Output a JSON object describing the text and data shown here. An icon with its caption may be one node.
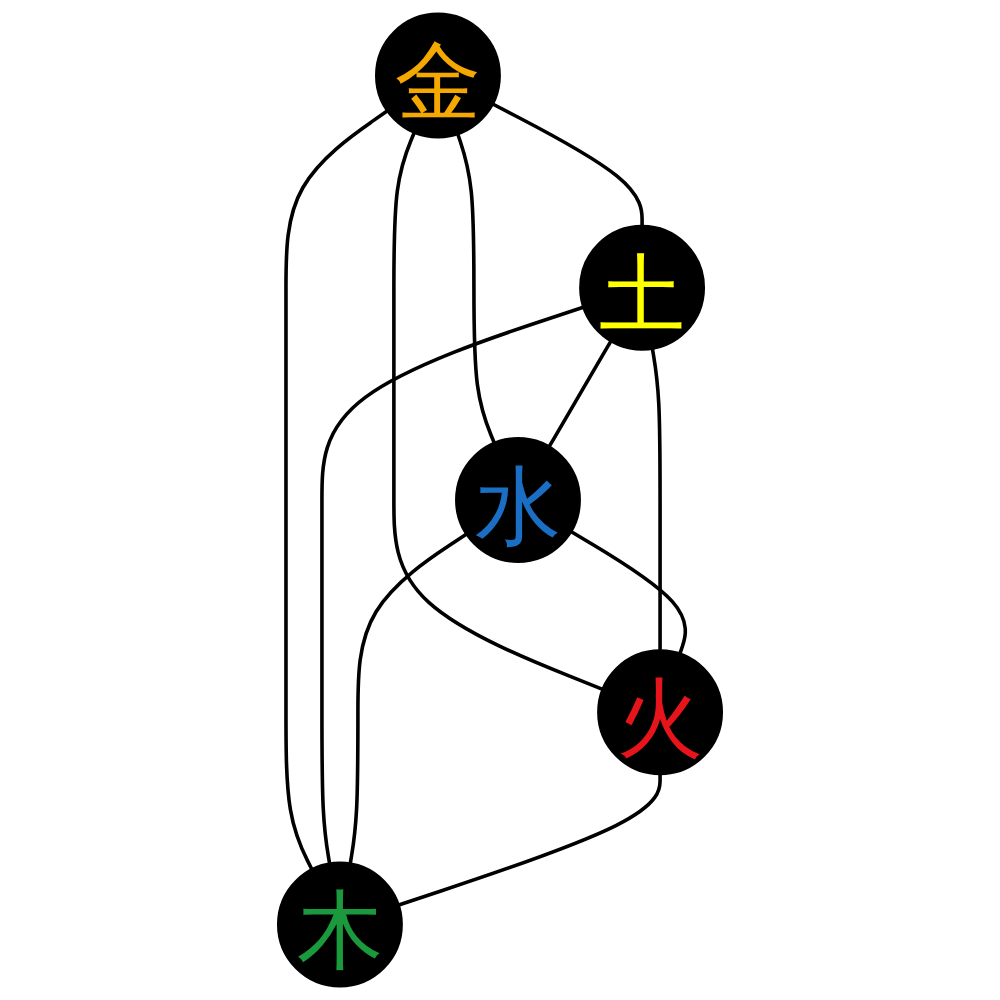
{
  "diagram": {
    "nodes": [
      {
        "text": [
          "金"
        ]
      },
      {
        "text": [
          "土"
        ]
      },
      {
        "text": [
          "水"
        ]
      },
      {
        "text": [
          "火"
        ]
      },
      {
        "text": [
          "木"
        ]
      }
    ],
    "edges": [
      {
        "from": 0,
        "to": 1,
        "arrow": "none"
      },
      {
        "from": 0,
        "to": 2,
        "arrow": "none"
      },
      {
        "from": 0,
        "to": 3,
        "arrow": "none"
      },
      {
        "from": 0,
        "to": 4,
        "arrow": "none"
      },
      {
        "from": 1,
        "to": 2,
        "arrow": "none"
      },
      {
        "from": 1,
        "to": 3,
        "arrow": "none"
      },
      {
        "from": 1,
        "to": 4,
        "arrow": "none"
      },
      {
        "from": 2,
        "to": 3,
        "arrow": "none"
      },
      {
        "from": 2,
        "to": 4,
        "arrow": "none"
      },
      {
        "from": 3,
        "to": 4,
        "arrow": "none"
      }
    ]
  }
}
